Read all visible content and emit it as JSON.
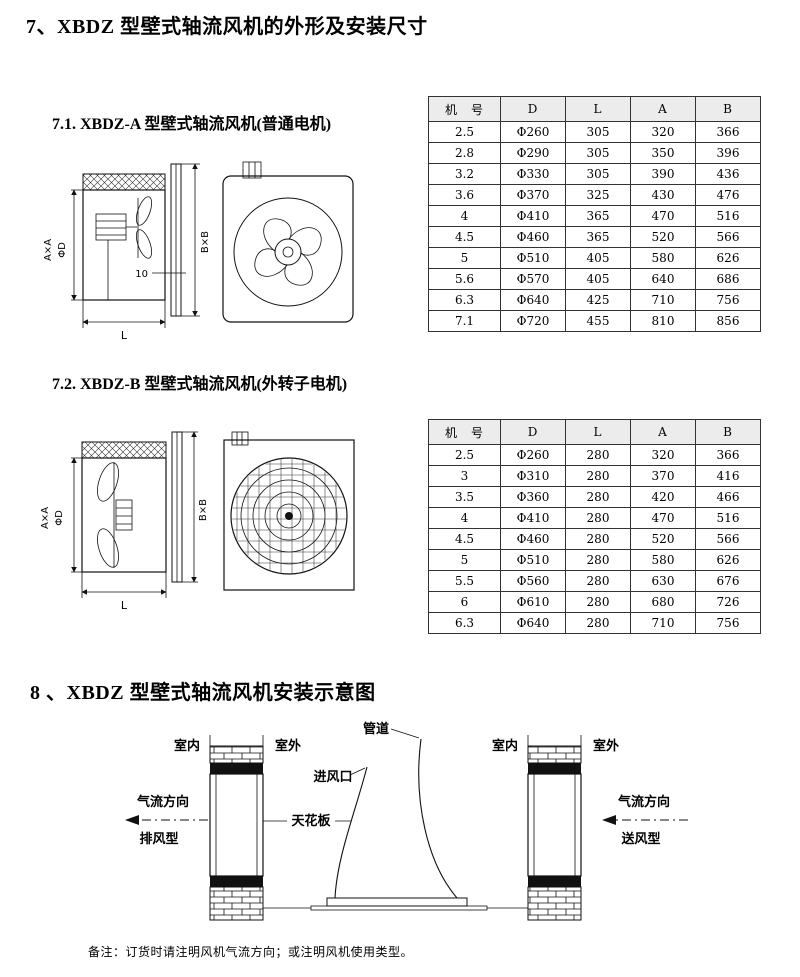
{
  "document": {
    "section7_title": "7、XBDZ 型壁式轴流风机的外形及安装尺寸",
    "section8_title": "8 、XBDZ 型壁式轴流风机安装示意图",
    "footnote": "备注：订货时请注明风机气流方向；或注明风机使用类型。"
  },
  "section_7_1": {
    "heading": "7.1. XBDZ-A 型壁式轴流风机(普通电机)",
    "labels": {
      "side_width": "A×A",
      "side_dia": "ΦD",
      "side_height": "B×B",
      "side_depth": "L",
      "gap": "10"
    }
  },
  "section_7_2": {
    "heading": "7.2. XBDZ-B 型壁式轴流风机(外转子电机)",
    "labels": {
      "side_width": "A×A",
      "side_dia": "ΦD",
      "side_height": "B×B",
      "side_depth": "L"
    }
  },
  "table_a": {
    "headers": [
      "机　号",
      "D",
      "L",
      "A",
      "B"
    ],
    "rows": [
      [
        "2.5",
        "Φ260",
        "305",
        "320",
        "366"
      ],
      [
        "2.8",
        "Φ290",
        "305",
        "350",
        "396"
      ],
      [
        "3.2",
        "Φ330",
        "305",
        "390",
        "436"
      ],
      [
        "3.6",
        "Φ370",
        "325",
        "430",
        "476"
      ],
      [
        "4",
        "Φ410",
        "365",
        "470",
        "516"
      ],
      [
        "4.5",
        "Φ460",
        "365",
        "520",
        "566"
      ],
      [
        "5",
        "Φ510",
        "405",
        "580",
        "626"
      ],
      [
        "5.6",
        "Φ570",
        "405",
        "640",
        "686"
      ],
      [
        "6.3",
        "Φ640",
        "425",
        "710",
        "756"
      ],
      [
        "7.1",
        "Φ720",
        "455",
        "810",
        "856"
      ]
    ]
  },
  "table_b": {
    "headers": [
      "机　号",
      "D",
      "L",
      "A",
      "B"
    ],
    "rows": [
      [
        "2.5",
        "Φ260",
        "280",
        "320",
        "366"
      ],
      [
        "3",
        "Φ310",
        "280",
        "370",
        "416"
      ],
      [
        "3.5",
        "Φ360",
        "280",
        "420",
        "466"
      ],
      [
        "4",
        "Φ410",
        "280",
        "470",
        "516"
      ],
      [
        "4.5",
        "Φ460",
        "280",
        "520",
        "566"
      ],
      [
        "5",
        "Φ510",
        "280",
        "580",
        "626"
      ],
      [
        "5.5",
        "Φ560",
        "280",
        "630",
        "676"
      ],
      [
        "6",
        "Φ610",
        "280",
        "680",
        "726"
      ],
      [
        "6.3",
        "Φ640",
        "280",
        "710",
        "756"
      ]
    ]
  },
  "diagram": {
    "duct_label": "管道",
    "inlet_label": "进风口",
    "ceiling_label": "天花板",
    "left_indoor": "室内",
    "left_outdoor": "室外",
    "right_indoor": "室内",
    "right_outdoor": "室外",
    "left_airflow": "气流方向",
    "left_type": "排风型",
    "right_airflow": "气流方向",
    "right_type": "送风型"
  }
}
